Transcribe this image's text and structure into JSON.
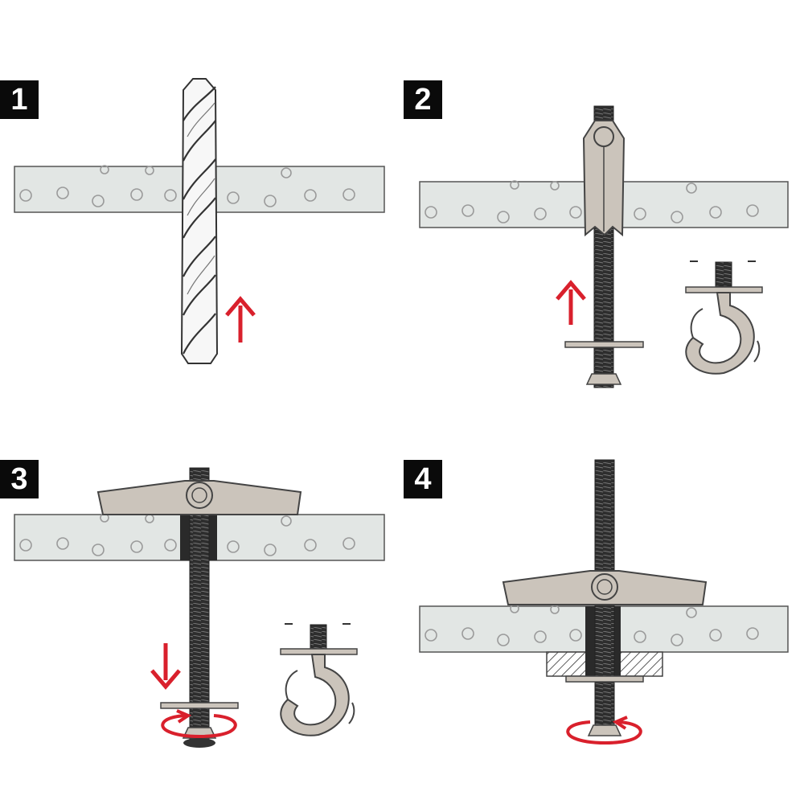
{
  "steps": [
    {
      "number": "1",
      "illustration": "drill-bit-through-board",
      "arrow": "up"
    },
    {
      "number": "2",
      "illustration": "folded-toggle-inserted",
      "arrow": "up"
    },
    {
      "number": "3",
      "illustration": "toggle-open-bolt-turned",
      "arrow": "down"
    },
    {
      "number": "4",
      "illustration": "fixture-tightened",
      "arrow": "none"
    }
  ],
  "colors": {
    "board_fill": "#e2e6e4",
    "board_stroke": "#555555",
    "hole_stroke": "#9a9a9a",
    "metal": "#cbc4bb",
    "metal_stroke": "#444444",
    "thread": "#2e2e2e",
    "arrow_red": "#d9202c",
    "badge_bg": "#0a0a0a",
    "badge_text": "#ffffff"
  },
  "icons": [
    "drill-bit-icon",
    "toggle-bolt-icon",
    "ceiling-hook-icon",
    "rotation-arrow-icon",
    "direction-arrow-icon"
  ]
}
